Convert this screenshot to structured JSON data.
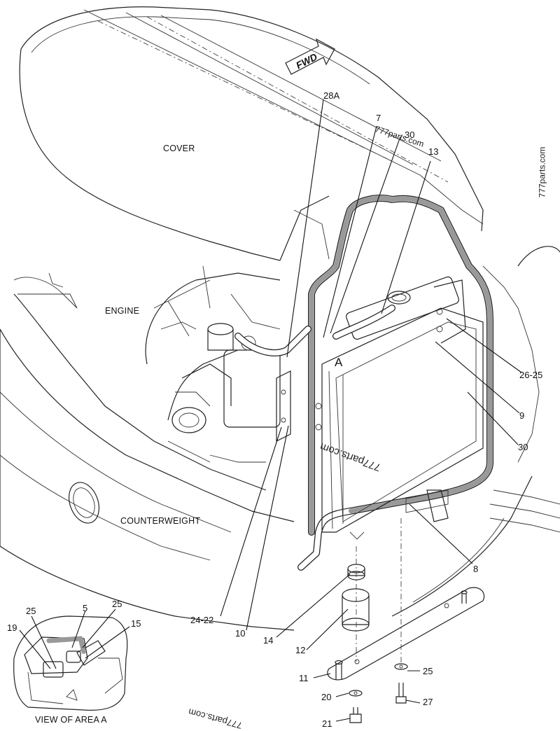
{
  "diagram": {
    "forward_marker": "FWD",
    "area_labels": {
      "cover": "COVER",
      "engine": "ENGINE",
      "counterweight": "COUNTERWEIGHT",
      "view_of_area_a": "VIEW OF AREA A",
      "area_marker": "A"
    },
    "callouts": {
      "c28a": "28A",
      "c7": "7",
      "c30_top": "30",
      "c13": "13",
      "c26_25": "26-25",
      "c9": "9",
      "c30_right": "30",
      "c8": "8",
      "c24_22": "24-22",
      "c10": "10",
      "c14": "14",
      "c12": "12",
      "c11": "11",
      "c25_bottom": "25",
      "c20": "20",
      "c27": "27",
      "c21": "21",
      "c25_inset_left": "25",
      "c5": "5",
      "c25_inset_right": "25",
      "c19": "19",
      "c15": "15"
    },
    "watermarks": {
      "top": "777parts.com",
      "side": "777parts.com",
      "center": "777parts.com",
      "bottom": "777parts.com"
    }
  }
}
